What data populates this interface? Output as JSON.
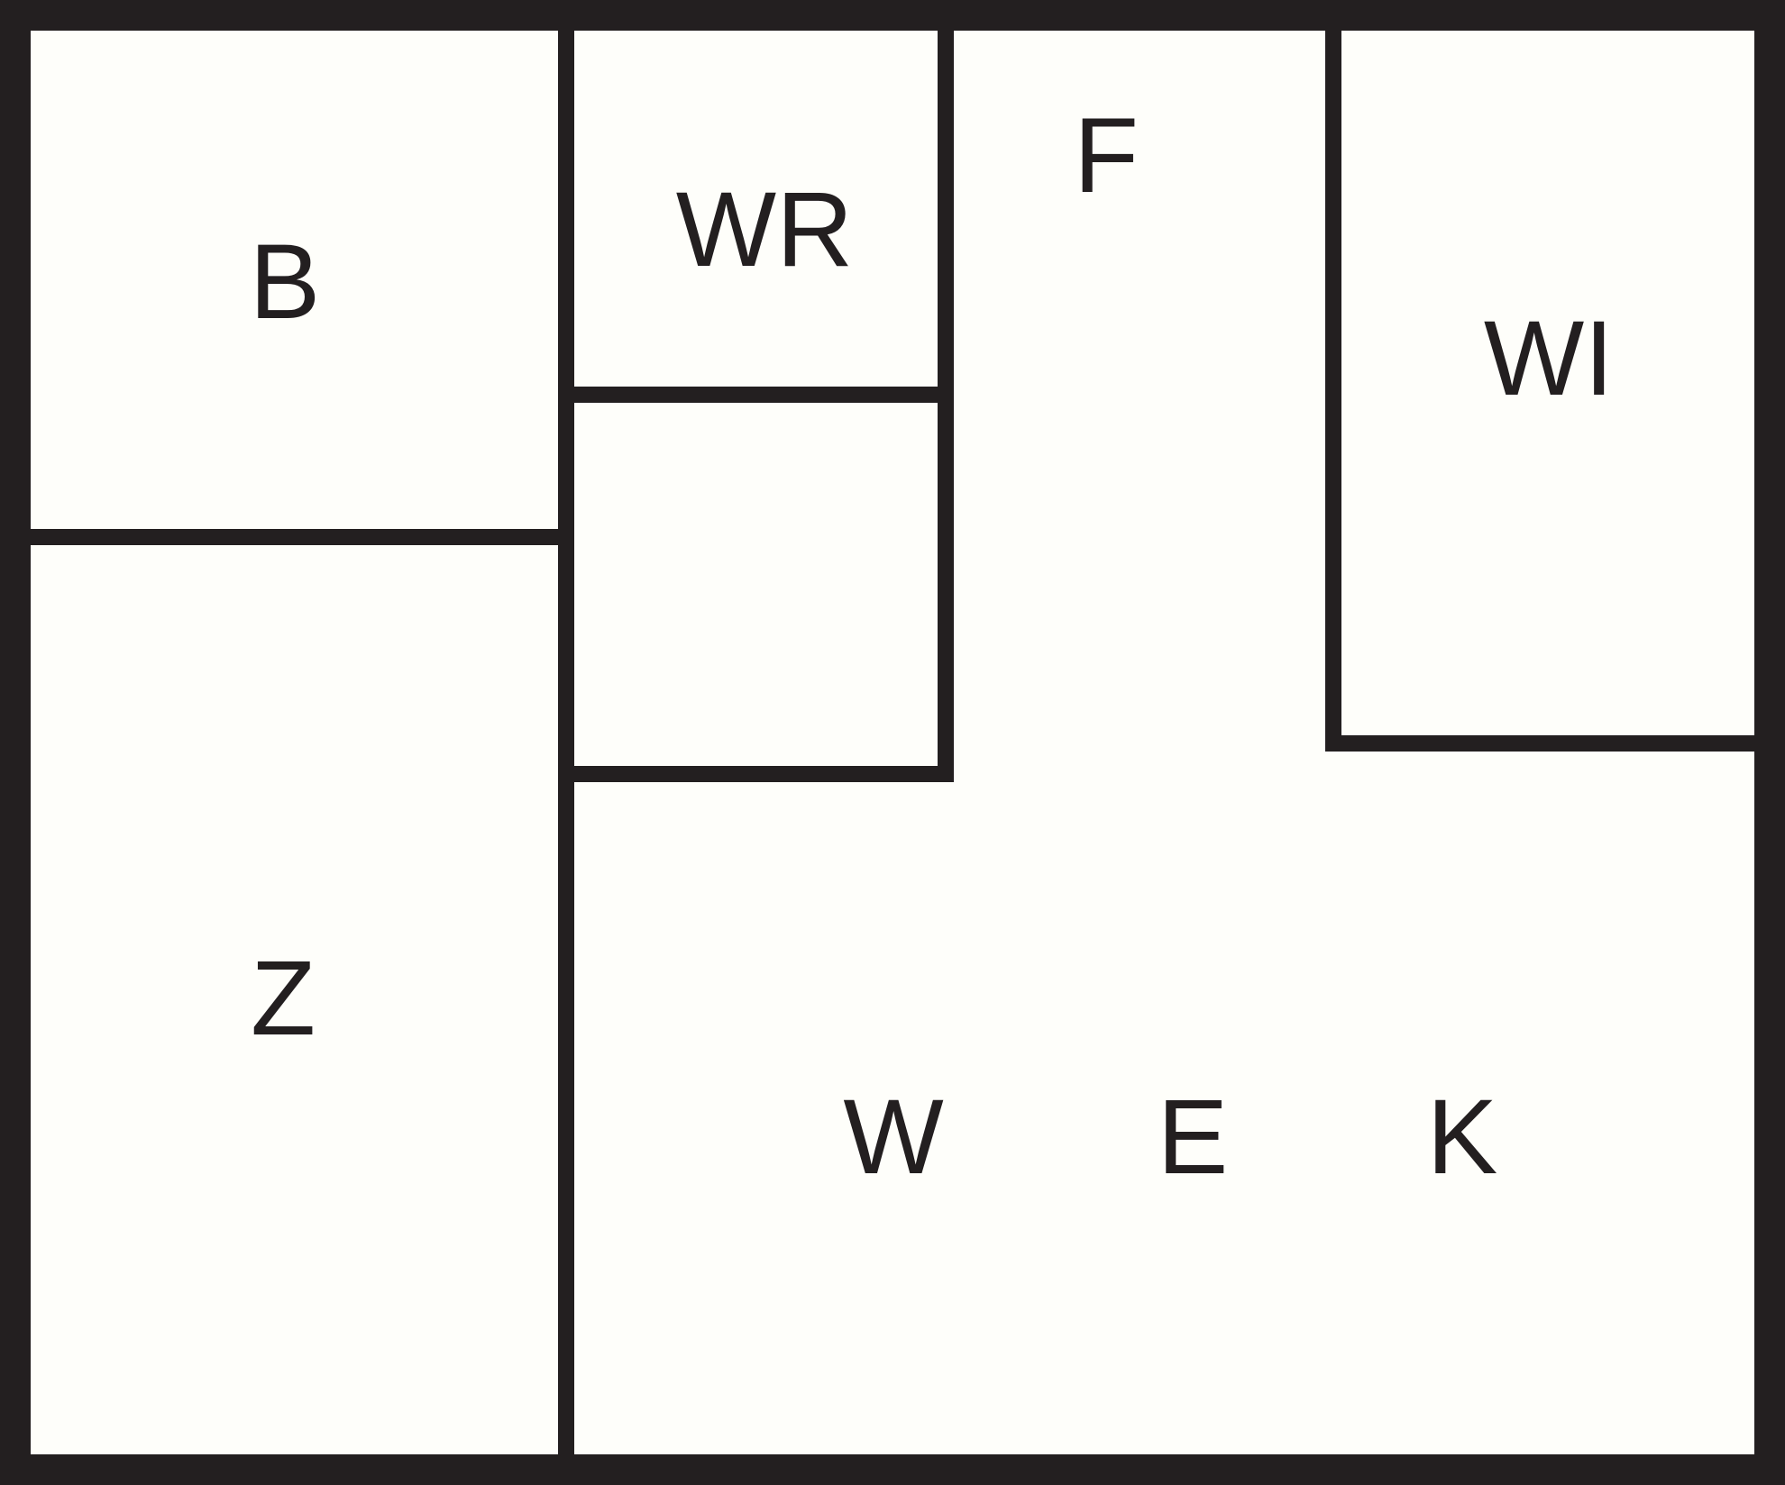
{
  "colors": {
    "wall": "#231f20",
    "floor": "#fefefa"
  },
  "rooms": {
    "b": "B",
    "wr": "WR",
    "f": "F",
    "wi": "WI",
    "z": "Z",
    "w": "W",
    "e": "E",
    "k": "K"
  }
}
